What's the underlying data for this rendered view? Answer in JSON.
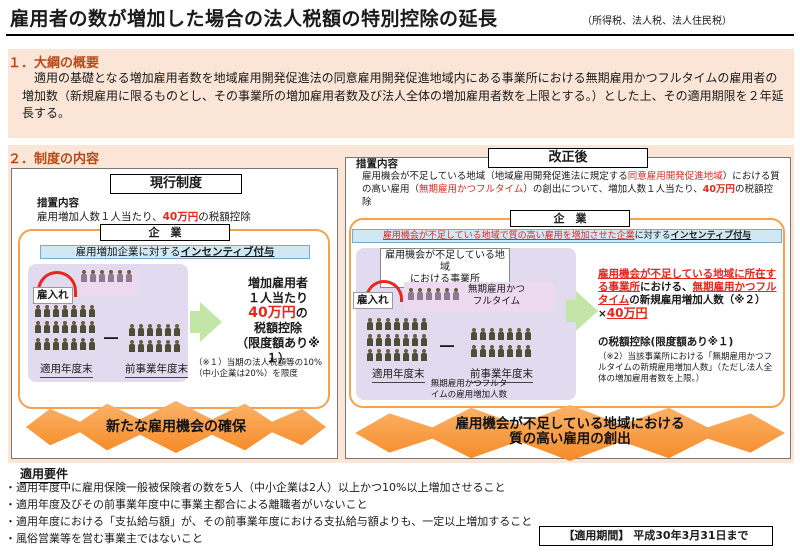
{
  "title": "雇用者の数が増加した場合の法人税額の特別控除の延長",
  "title_taxes": "（所得税、法人税、法人住民税）",
  "section1": {
    "heading": "１．大綱の概要",
    "body": "適用の基礎となる増加雇用者数を地域雇用開発促進法の同意雇用開発促進地域内にある事業所における無期雇用かつフルタイムの雇用者の増加数（新規雇用に限るものとし、その事業所の増加雇用者数及び法人全体の増加雇用者数を上限とする。）とした上、その適用期限を２年延長する。"
  },
  "section2": {
    "heading": "２．制度の内容",
    "current": {
      "tag": "現行制度",
      "measure_label": "措置内容",
      "measure_pre": "雇用増加人数１人当たり、",
      "measure_amount": "40万円",
      "measure_post": "の税額控除",
      "company_tag": "企　業",
      "incentive_pre": "雇用増加企業に対する",
      "incentive_u": "インセンティブ付与",
      "hire": "雇入れ",
      "year_end": "適用年度末",
      "prev_year_end": "前事業年度末",
      "dash": "―",
      "credit_l1": "増加雇用者",
      "credit_l2": "１人当たり",
      "credit_l3": "40万円",
      "credit_l4": "の",
      "credit_l5": "税額控除",
      "credit_l6": "（限度額あり※１）",
      "note1": "（※１）当期の法人税額等の10%（中小企業は20%）を限度",
      "banner": "新たな雇用機会の確保"
    },
    "revised": {
      "tag": "改正後",
      "measure_label": "措置内容",
      "m_a": "雇用機会が不足している地域（地域雇用開発促進法に規定する",
      "m_b": "同意雇用開発促進地域",
      "m_c": "）における質の高い雇用（",
      "m_d": "無期雇用かつフルタイム",
      "m_e": "）の創出について、増加人数１人当たり、",
      "m_f": "40万円",
      "m_g": "の税額控除",
      "company_tag": "企　業",
      "incentive_a": "雇用機会が不足している地域で質の高い雇用を増加させた企業",
      "incentive_b": "に対する",
      "incentive_u": "インセンティブ付与",
      "region_l1": "雇用機会が不足している地域",
      "region_l2": "における事業所",
      "hire": "雇入れ",
      "fulltime_l1": "無期雇用かつ",
      "fulltime_l2": "フルタイム",
      "dash": "―",
      "year_end": "適用年度末",
      "prev_year_end": "前事業年度末",
      "increase_note_l1": "無期雇用かつフルタ",
      "increase_note_l2": "イムの雇用増加人数",
      "credit_a": "雇用機会が不足している地域に所在する事業所",
      "credit_b": "における、",
      "credit_c": "無期雇用かつフルタイム",
      "credit_d": "の新規雇用増加人数（※２）×",
      "credit_e": "40万円",
      "credit_f": "の税額控除(限度額あり※１)",
      "note2": "（※2）当該事業所における「無期雇用かつフルタイムの新規雇用増加人数」（ただし法人全体の増加雇用者数を上限。）",
      "banner_l1": "雇用機会が不足している地域における",
      "banner_l2": "質の高い雇用の創出"
    }
  },
  "requirements": {
    "heading": "適用要件",
    "items": [
      "・適用年度中に雇用保険一般被保険者の数を5人（中小企業は2人）以上かつ10%以上増加させること",
      "・適用年度及びその前事業年度中に事業主都合による離職者がいないこと",
      "・適用年度における「支払給与額」が、その前事業年度における支払給与額よりも、一定以上増加すること",
      "・風俗営業等を営む事業主ではないこと"
    ]
  },
  "period": "【適用期間】 平成30年3月31日まで"
}
